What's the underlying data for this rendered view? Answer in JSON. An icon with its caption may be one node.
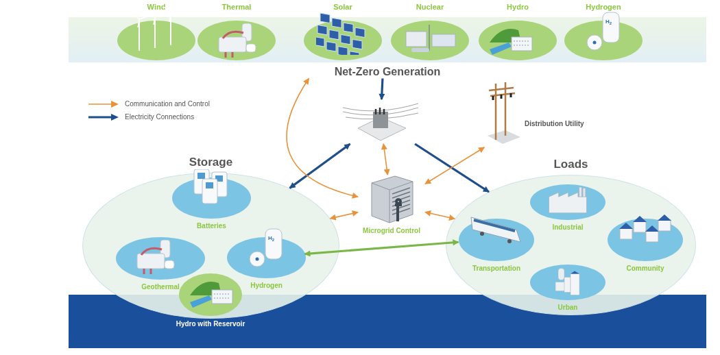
{
  "diagram": {
    "nodes": [
      {
        "text": [
          "Net-Zero Generation"
        ]
      },
      {
        "text": [
          "Wind"
        ],
        "in": 0
      },
      {
        "text": [
          "Thermal"
        ],
        "in": 0
      },
      {
        "text": [
          "Solar"
        ],
        "in": 0
      },
      {
        "text": [
          "Nuclear"
        ],
        "in": 0
      },
      {
        "text": [
          "Hydro"
        ],
        "in": 0
      },
      {
        "text": [
          "Hydrogen"
        ],
        "in": 0
      },
      {
        "text": [],
        "shape": "picture"
      },
      {
        "text": [
          "Distribution Utility"
        ]
      },
      {
        "text": [
          "Storage"
        ]
      },
      {
        "text": [
          "Batteries"
        ],
        "in": 9
      },
      {
        "text": [
          "Geothermal"
        ],
        "in": 9
      },
      {
        "text": [
          "Hydrogen"
        ],
        "in": 9
      },
      {
        "text": [
          "Hydro with Reservoir"
        ],
        "in": 9
      },
      {
        "text": [
          "Microgrid Control"
        ]
      },
      {
        "text": [
          "Loads"
        ]
      },
      {
        "text": [
          "Industrial"
        ],
        "in": 15
      },
      {
        "text": [
          "Transportation"
        ],
        "in": 15
      },
      {
        "text": [
          "Community"
        ],
        "in": 15
      },
      {
        "text": [
          "Urban"
        ],
        "in": 15
      }
    ],
    "edges": [
      {
        "from": 0,
        "to": 7,
        "arrow": "to",
        "style": "thick",
        "color": "#1f4e8c"
      },
      {
        "from": 7,
        "to": 9,
        "arrow": "both",
        "style": "thick",
        "color": "#1f4e8c"
      },
      {
        "from": 7,
        "to": 15,
        "arrow": "to",
        "style": "thick",
        "color": "#1f4e8c"
      },
      {
        "from": 14,
        "to": 0,
        "arrow": "both"
      },
      {
        "from": 14,
        "to": 7,
        "arrow": "both"
      },
      {
        "from": 14,
        "to": 8,
        "arrow": "both"
      },
      {
        "from": 14,
        "to": 9,
        "arrow": "both"
      },
      {
        "from": 14,
        "to": 15,
        "arrow": "both"
      },
      {
        "from": 12,
        "to": 17,
        "arrow": "both",
        "style": "thick",
        "color": "#7ab648"
      }
    ],
    "labels": [
      "H$_{2}$",
      "H$_{2}$"
    ],
    "legend": [
      {
        "text": "Communication and Control"
      },
      {
        "text": "Electricity Connections"
      }
    ]
  }
}
